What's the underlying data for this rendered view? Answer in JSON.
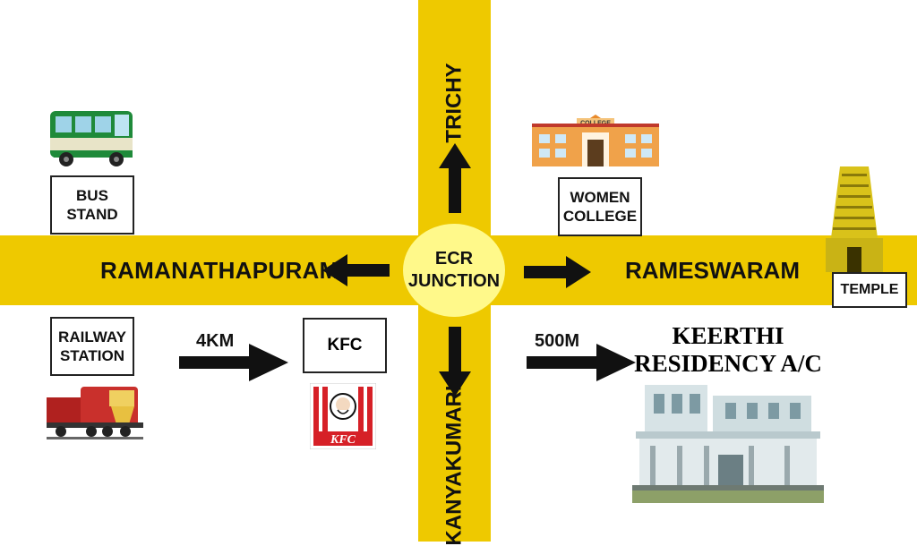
{
  "junction": {
    "line1": "ECR",
    "line2": "JUNCTION"
  },
  "roads": {
    "west": "RAMANATHAPURAM",
    "east": "RAMESWARAM",
    "north": "TRICHY",
    "south": "KANYAKUMARI"
  },
  "landmarks": {
    "bus_stand": "BUS\nSTAND",
    "women_college": "WOMEN\nCOLLEGE",
    "temple": "TEMPLE",
    "railway_station": "RAILWAY\nSTATION",
    "kfc": "KFC",
    "residency_line1": "KEERTHI",
    "residency_line2": "RESIDENCY A/C",
    "college_sign": "COLLEGE",
    "kfc_logo_text": "KFC"
  },
  "distances": {
    "to_kfc": "4KM",
    "to_residency": "500M"
  },
  "colors": {
    "road": "#eec900",
    "junction": "#fff98a",
    "arrow": "#111111"
  }
}
